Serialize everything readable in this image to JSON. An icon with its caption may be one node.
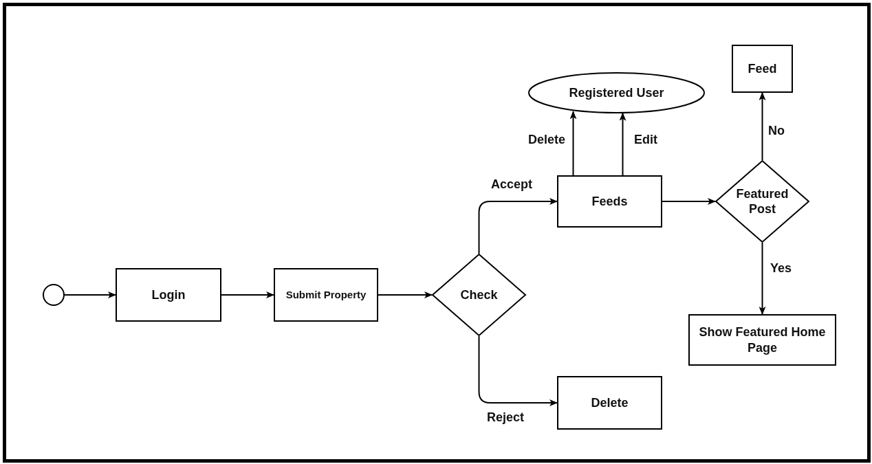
{
  "diagram": {
    "nodes": [
      {
        "text": [],
        "shape": "circle"
      },
      {
        "text": [
          "Login"
        ]
      },
      {
        "text": [
          "Submit Property"
        ]
      },
      {
        "text": [
          "Check"
        ]
      },
      {
        "text": [
          "Feeds"
        ]
      },
      {
        "text": [
          "Registered User"
        ]
      },
      {
        "text": [
          "Feed"
        ]
      },
      {
        "text": [
          "Featured Post"
        ]
      },
      {
        "text": [
          "Show Featured Home Page"
        ]
      },
      {
        "text": [
          "Delete"
        ]
      }
    ],
    "edges": [
      {
        "from": 0,
        "to": 1,
        "arrow": "to"
      },
      {
        "from": 1,
        "to": 2,
        "arrow": "to"
      },
      {
        "from": 2,
        "to": 3,
        "arrow": "to"
      },
      {
        "from": 3,
        "to": 4,
        "arrow": "to",
        "label": "Accept"
      },
      {
        "from": 3,
        "to": 9,
        "arrow": "to",
        "label": "Reject"
      },
      {
        "from": 4,
        "to": 5,
        "arrow": "to",
        "label": "Delete"
      },
      {
        "from": 4,
        "to": 5,
        "arrow": "to",
        "label": "Edit"
      },
      {
        "from": 4,
        "to": 7,
        "arrow": "to"
      },
      {
        "from": 7,
        "to": 6,
        "arrow": "to",
        "label": "No"
      },
      {
        "from": 7,
        "to": 8,
        "arrow": "to",
        "label": "Yes"
      }
    ]
  }
}
